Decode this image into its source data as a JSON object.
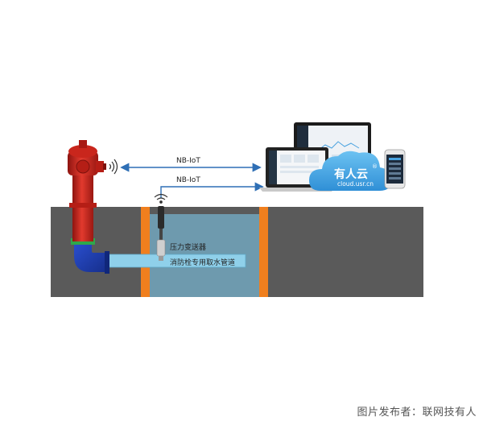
{
  "labels": {
    "nbiot_top": "NB-IoT",
    "nbiot_bottom": "NB-IoT",
    "pressure_transmitter": "压力变送器",
    "pipe": "消防栓专用取水管道"
  },
  "cloud": {
    "brand": "有人云",
    "registered": "®",
    "url": "cloud.usr.cn"
  },
  "credit": "图片发布者：联网技有人",
  "colors": {
    "ground": "#5a5a5a",
    "pit_water": "#6e9aae",
    "pillar": "#f07f1e",
    "pipe": "#8fd0ea",
    "hydrant": "#d9261c",
    "elbow": "#1f3fb8",
    "arrow": "#2f6fb5",
    "cloud": "#46a7e6"
  }
}
